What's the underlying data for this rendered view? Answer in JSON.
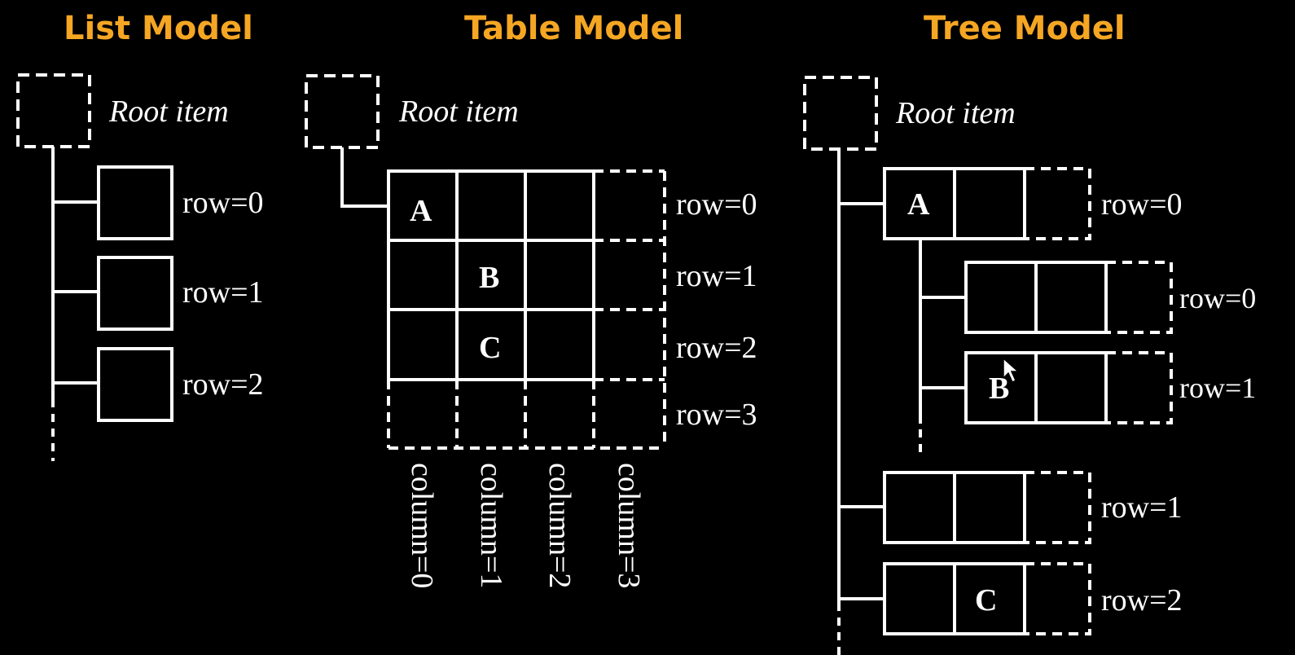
{
  "panels": {
    "list": {
      "title": "List Model",
      "root": "Root item",
      "rows": [
        "row=0",
        "row=1",
        "row=2"
      ]
    },
    "table": {
      "title": "Table Model",
      "root": "Root item",
      "rows": [
        "row=0",
        "row=1",
        "row=2",
        "row=3"
      ],
      "columns": [
        "column=0",
        "column=1",
        "column=2",
        "column=3"
      ],
      "cells": {
        "a": "A",
        "b": "B",
        "c": "C"
      }
    },
    "tree": {
      "title": "Tree Model",
      "root": "Root item",
      "rows": [
        "row=0",
        "row=1",
        "row=2"
      ],
      "children": [
        "row=0",
        "row=1"
      ],
      "cells": {
        "a": "A",
        "b": "B",
        "c": "C"
      }
    }
  },
  "colors": {
    "title": "#f5a623",
    "ink": "#ffffff",
    "background": "#000000"
  },
  "icons": {
    "cursor": "mouse-pointer-icon"
  }
}
